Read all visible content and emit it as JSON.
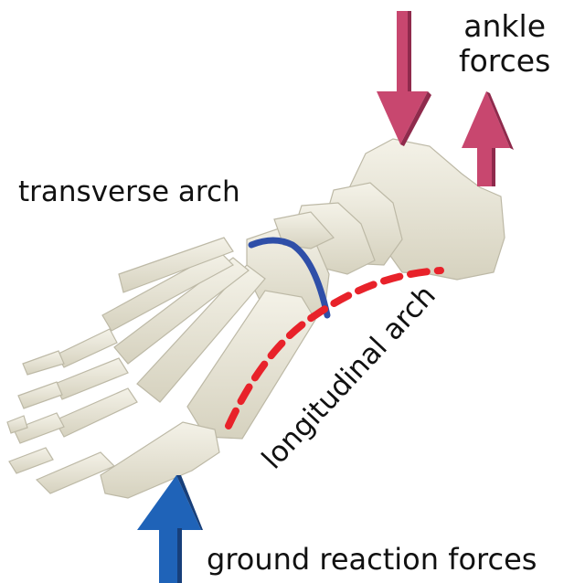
{
  "labels": {
    "ankle_forces": [
      "ankle",
      "forces"
    ],
    "transverse_arch": "transverse arch",
    "longitudinal_arch": "longitudinal arch",
    "ground_reaction_forces": "ground reaction forces"
  },
  "colors": {
    "ankle_arrow": "#c8476f",
    "ankle_arrow_shade": "#8f2a4c",
    "ground_arrow": "#1f63b8",
    "ground_arrow_shade": "#173f7a",
    "transverse_arch_line": "#2f4fa8",
    "longitudinal_arch_line": "#e8222a",
    "bone": "#ebe8da",
    "bone_shade": "#c9c5b2",
    "text": "#111111"
  },
  "arrows": [
    {
      "name": "ankle-force-down",
      "direction": "down"
    },
    {
      "name": "ankle-force-up",
      "direction": "up"
    },
    {
      "name": "ground-reaction-up",
      "direction": "up"
    }
  ]
}
